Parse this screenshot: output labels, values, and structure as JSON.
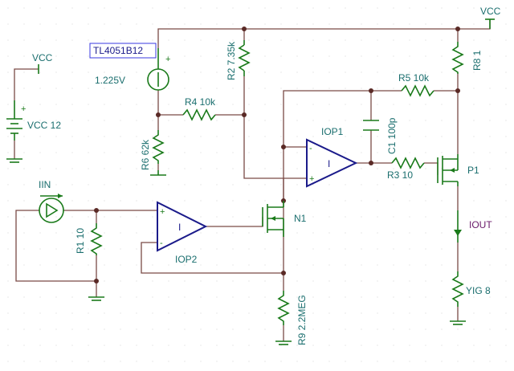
{
  "labels": {
    "vcc_top": "VCC",
    "vcc_left": "VCC",
    "vcc_source": "VCC 12",
    "tl_box": "TL4051B12",
    "ref_voltage": "1.225V",
    "r2": "R2 7.35k",
    "r4": "R4 10k",
    "r6": "R6 62k",
    "r5": "R5 10k",
    "r8": "R8 1",
    "c1": "C1 100p",
    "r3": "R3 10",
    "iop1": "IOP1",
    "iop2": "IOP2",
    "p1": "P1",
    "n1": "N1",
    "iin": "IIN",
    "r1": "R1 10",
    "iout": "IOUT",
    "r9": "R9 2.2MEG",
    "yig": "YIG 8"
  },
  "symbols": {
    "plus": "+",
    "minus": "-",
    "opamp_glyph": "I"
  },
  "colors": {
    "wire": "#7a4a46",
    "component": "#1a7a1a",
    "opamp": "#1a1a8a",
    "label": "#1a6e6e",
    "probe_label": "#6a1a6a"
  }
}
